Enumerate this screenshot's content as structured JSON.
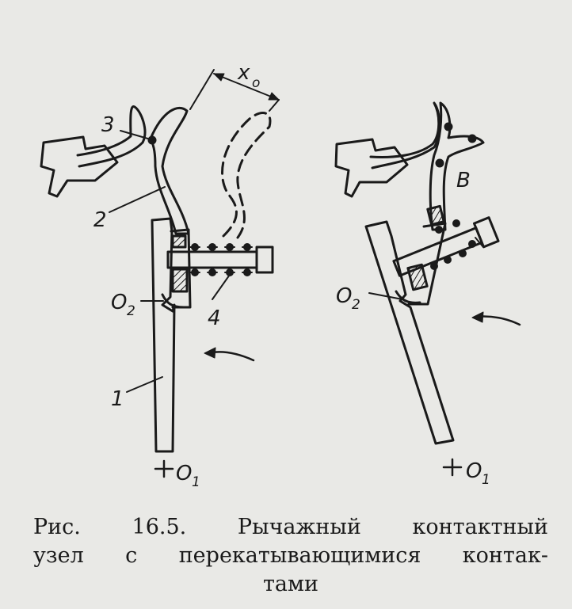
{
  "figure": {
    "labels": {
      "l1": "1",
      "l2": "2",
      "l3": "3",
      "l4": "4",
      "o_main": "O",
      "o_sub_1": "1",
      "o_sub_2": "2",
      "x_main": "x",
      "x_sub": "o",
      "b": "B"
    }
  },
  "caption": {
    "line1": [
      "Рис.",
      "16.5.",
      "Рычажный",
      "контактный"
    ],
    "line2": [
      "узел",
      "с",
      "перекатывающимися",
      "контак-"
    ],
    "line3": "тами"
  }
}
